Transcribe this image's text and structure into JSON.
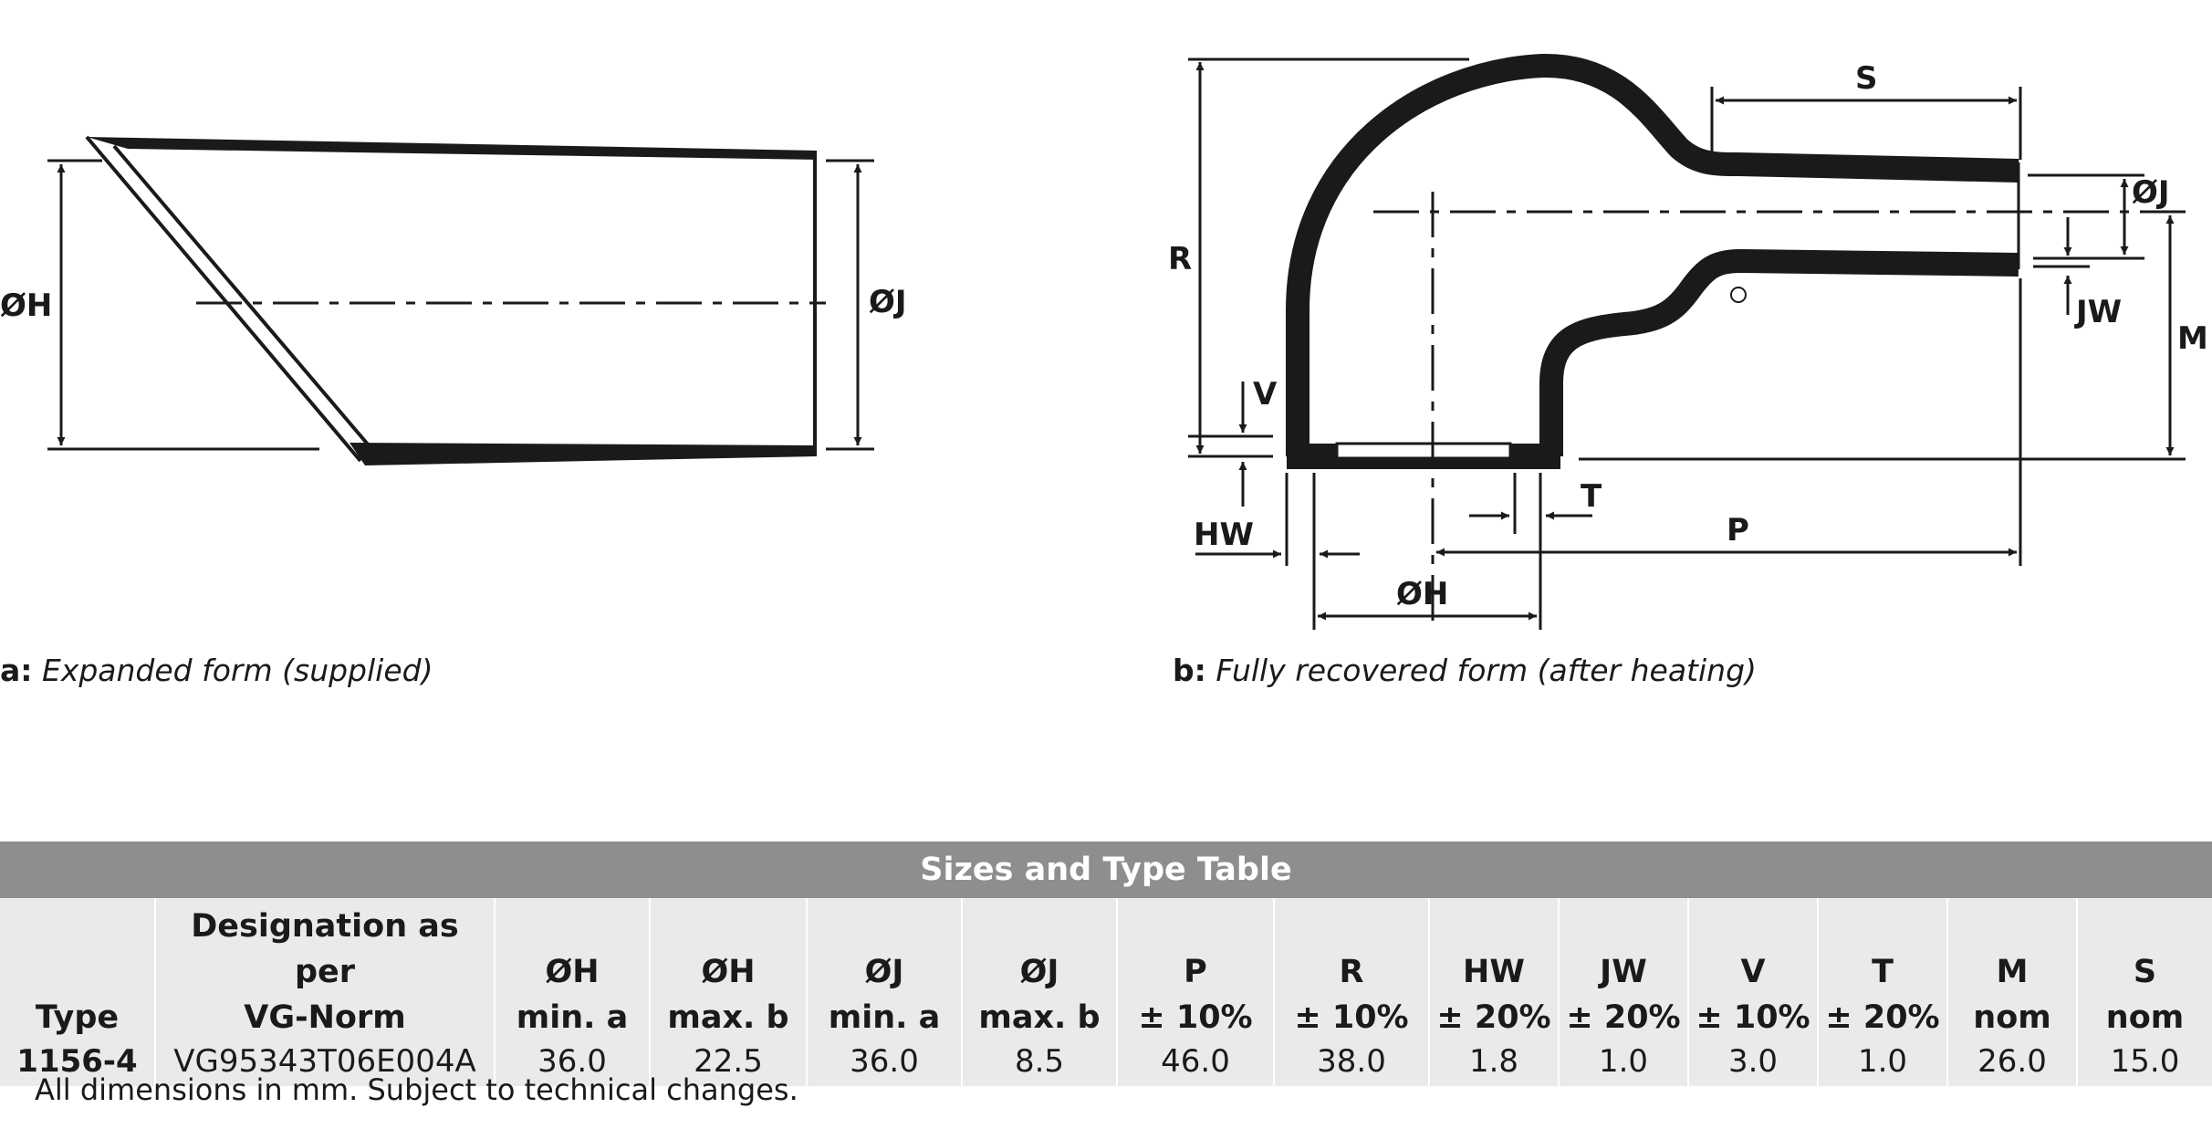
{
  "figure_a": {
    "labels": {
      "H": "ØH",
      "J": "ØJ"
    },
    "caption_prefix": "a:",
    "caption_text": "Expanded form (supplied)"
  },
  "figure_b": {
    "labels": {
      "S": "S",
      "J": "ØJ",
      "R": "R",
      "M": "M",
      "JW": "JW",
      "V": "V",
      "HW": "HW",
      "T": "T",
      "P": "P",
      "H": "ØH"
    },
    "caption_prefix": "b:",
    "caption_text": "Fully recovered form (after heating)"
  },
  "table": {
    "title": "Sizes and Type Table",
    "columns": [
      {
        "line1": "",
        "line2": "Type"
      },
      {
        "line1": "Designation as per",
        "line2": "VG-Norm"
      },
      {
        "line1": "ØH",
        "line2": "min. a"
      },
      {
        "line1": "ØH",
        "line2": "max. b"
      },
      {
        "line1": "ØJ",
        "line2": "min. a"
      },
      {
        "line1": "ØJ",
        "line2": "max. b"
      },
      {
        "line1": "P",
        "line2": "± 10%"
      },
      {
        "line1": "R",
        "line2": "± 10%"
      },
      {
        "line1": "HW",
        "line2": "± 20%"
      },
      {
        "line1": "JW",
        "line2": "± 20%"
      },
      {
        "line1": "V",
        "line2": "± 10%"
      },
      {
        "line1": "T",
        "line2": "± 20%"
      },
      {
        "line1": "M",
        "line2": "nom"
      },
      {
        "line1": "S",
        "line2": "nom"
      }
    ],
    "rows": [
      [
        "1156-4",
        "VG95343T06E004A",
        "36.0",
        "22.5",
        "36.0",
        "8.5",
        "46.0",
        "38.0",
        "1.8",
        "1.0",
        "3.0",
        "1.0",
        "26.0",
        "15.0"
      ]
    ]
  },
  "footnote": "All dimensions in mm. Subject to technical changes."
}
